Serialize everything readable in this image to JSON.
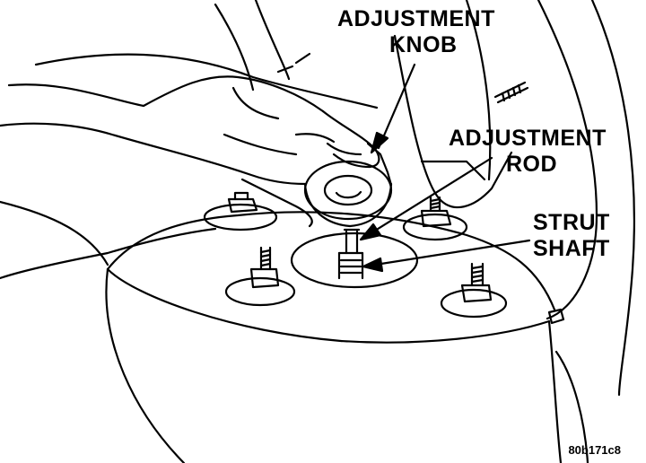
{
  "labels": {
    "adjustment_knob": {
      "line1": "ADJUSTMENT",
      "line2": "KNOB"
    },
    "adjustment_rod": {
      "line1": "ADJUSTMENT",
      "line2": "ROD"
    },
    "strut_shaft": {
      "line1": "STRUT",
      "line2": "SHAFT"
    }
  },
  "figure_id": "80b171c8",
  "colors": {
    "ink": "#000000",
    "paper": "#ffffff"
  }
}
